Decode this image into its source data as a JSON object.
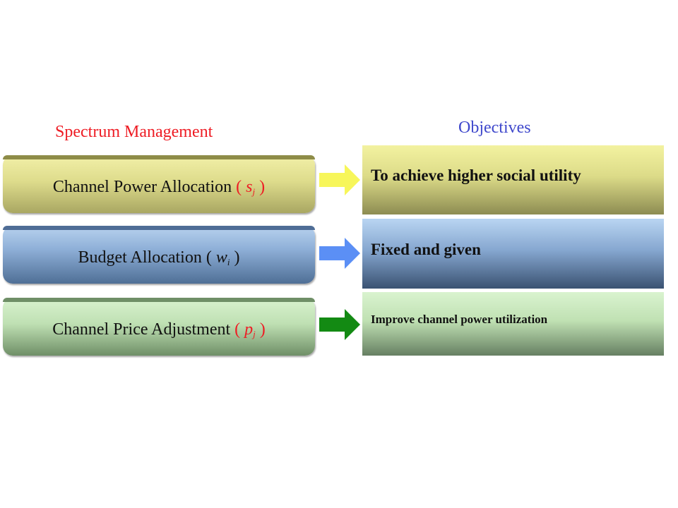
{
  "headings": {
    "left": "Spectrum Management",
    "right": "Objectives"
  },
  "items": [
    {
      "label": "Channel Power Allocation",
      "symbol": "s",
      "subscript": "j",
      "objective": "To achieve higher social utility",
      "arrow_color": "#f7f65a"
    },
    {
      "label": "Budget Allocation",
      "symbol": "w",
      "subscript": "i",
      "objective": "Fixed and given",
      "arrow_color": "#5b8ff5"
    },
    {
      "label": "Channel Price Adjustment",
      "symbol": "p",
      "subscript": "j",
      "objective": "Improve channel power utilization",
      "arrow_color": "#138a13"
    }
  ],
  "colors": {
    "left_heading": "#ee1c24",
    "right_heading": "#3f48cc",
    "variable_red": "#ee1c24"
  }
}
